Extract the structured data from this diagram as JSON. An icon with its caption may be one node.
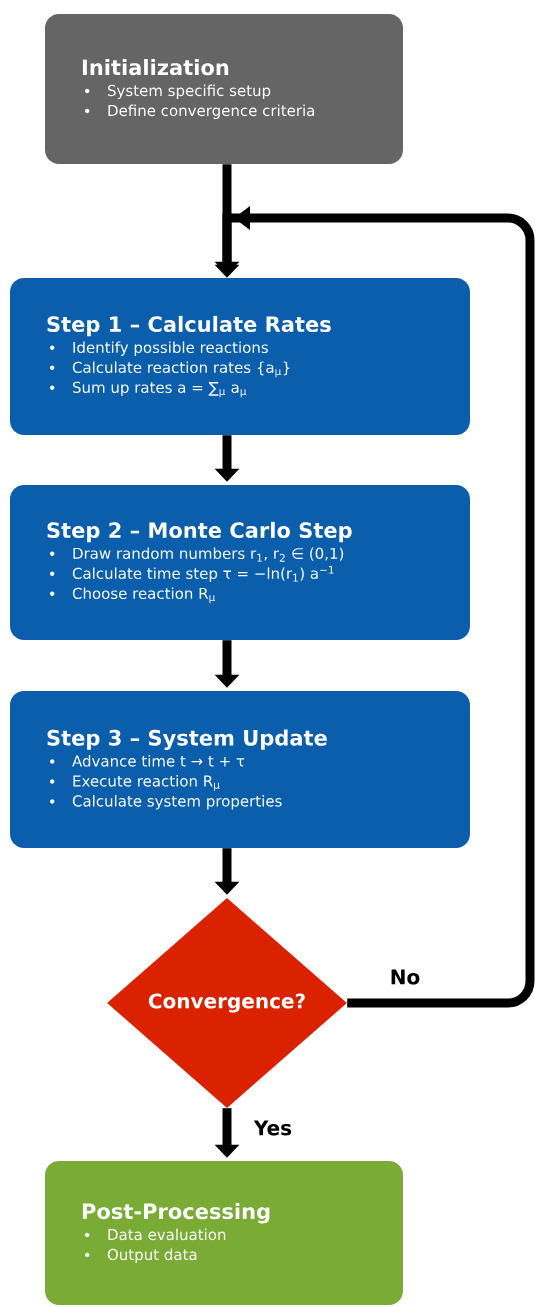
{
  "diagram": {
    "nodes": [
      {
        "text": [
          "Initialization",
          "System specific setup",
          "Define convergence criteria"
        ]
      },
      {
        "text": [
          "Step 1 – Calculate Rates",
          "Identify possible reactions",
          "Calculate reaction rates {a$_{μ}$}",
          "Sum up rates a = ∑$_{μ}$ a$_{μ}$"
        ]
      },
      {
        "text": [
          "Step 2 – Monte Carlo Step",
          "Draw random numbers r$_{1}$, r$_{2}$ ∈ (0,1)",
          "Calculate time step τ = −ln(r$_{1}$) a$^{−1}$",
          "Choose reaction R$_{μ}$"
        ]
      },
      {
        "text": [
          "Step 3 – System Update",
          "Advance time t → t + τ",
          "Execute reaction R$_{μ}$",
          "Calculate system properties"
        ]
      },
      {
        "text": [
          "Convergence?"
        ]
      },
      {
        "text": [
          "Post-Processing",
          "Data evaluation",
          "Output data"
        ]
      }
    ],
    "edges": [
      {
        "from": 0,
        "to": 1,
        "arrow": "to"
      },
      {
        "from": 1,
        "to": 2,
        "arrow": "to"
      },
      {
        "from": 2,
        "to": 3,
        "arrow": "to"
      },
      {
        "from": 3,
        "to": 4,
        "arrow": "to"
      },
      {
        "from": 4,
        "to": 1,
        "arrow": "to",
        "label": "No"
      },
      {
        "from": 4,
        "to": 5,
        "arrow": "to",
        "label": "Yes"
      }
    ]
  }
}
